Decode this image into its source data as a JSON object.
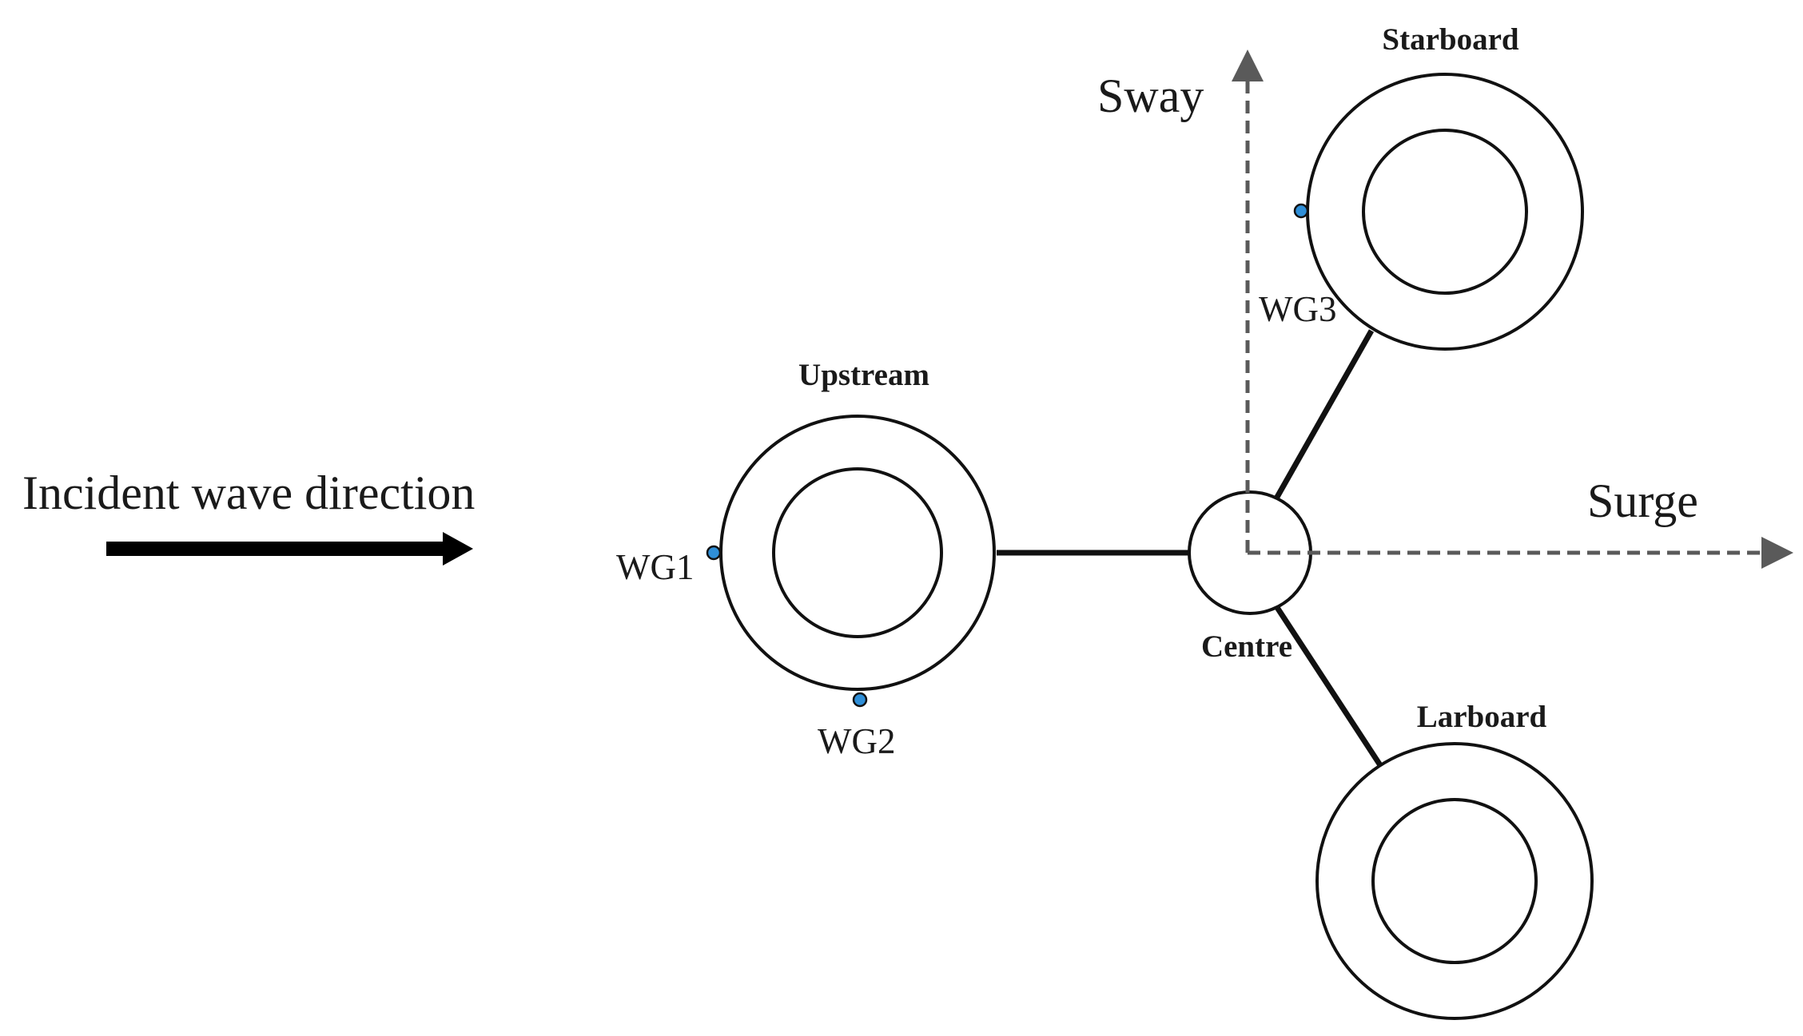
{
  "diagram": {
    "incident_label": "Incident wave direction",
    "labels": {
      "upstream": "Upstream",
      "starboard": "Starboard",
      "larboard": "Larboard",
      "centre": "Centre"
    },
    "axes": {
      "sway": "Sway",
      "surge": "Surge"
    },
    "wave_gauges": {
      "wg1": "WG1",
      "wg2": "WG2",
      "wg3": "WG3"
    },
    "colors": {
      "stroke": "#1a1a1a",
      "axis_dashed": "#5a5a5a",
      "gauge_fill": "#2f8fd8",
      "background": "#ffffff"
    }
  }
}
